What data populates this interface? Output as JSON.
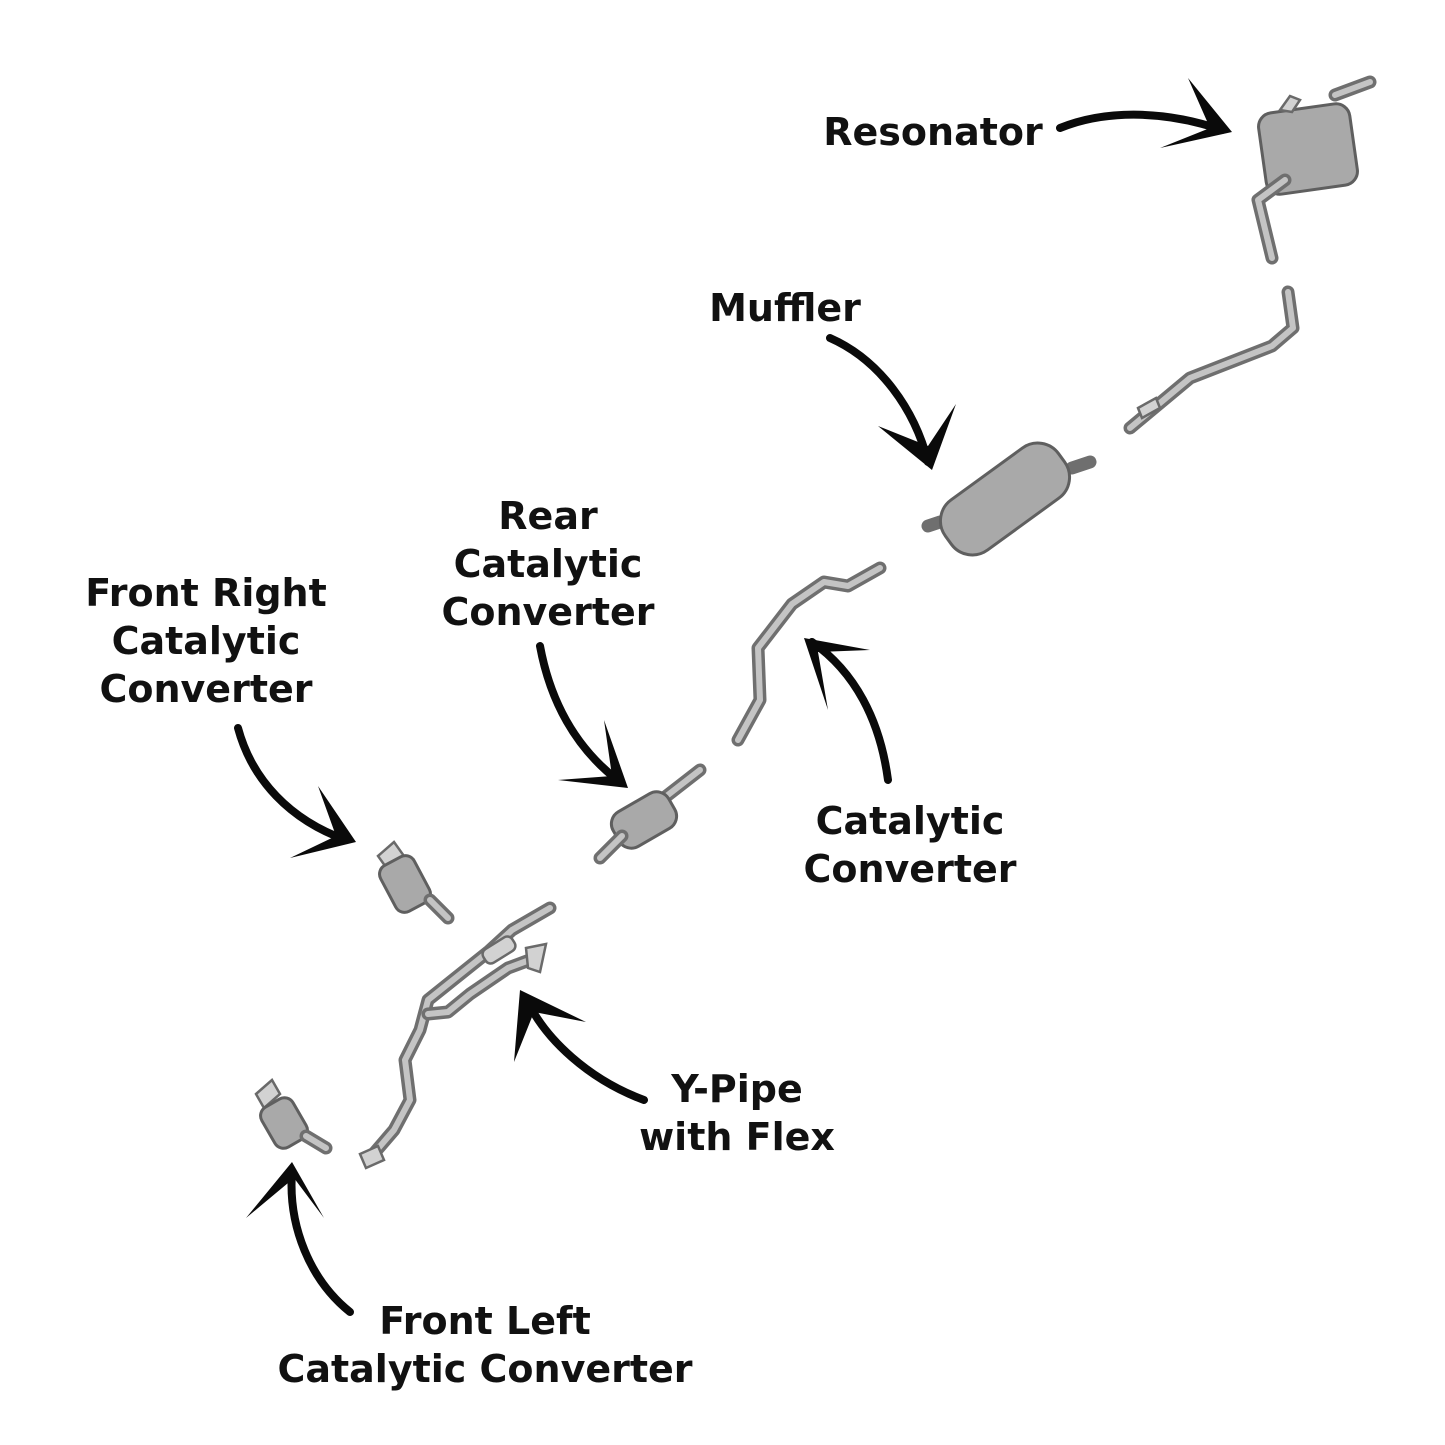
{
  "labels": {
    "resonator": [
      "Resonator"
    ],
    "muffler": [
      "Muffler"
    ],
    "rear_cat": [
      "Rear",
      "Catalytic",
      "Converter"
    ],
    "front_right_cat": [
      "Front Right",
      "Catalytic",
      "Converter"
    ],
    "cat": [
      "Catalytic",
      "Converter"
    ],
    "y_pipe": [
      "Y-Pipe",
      "with Flex"
    ],
    "front_left_cat": [
      "Front Left",
      "Catalytic Converter"
    ]
  },
  "colors": {
    "arrow": "#0a0a0a",
    "part_fill": "#a9a9a9",
    "part_outline": "#5f5f5f",
    "text": "#111111",
    "background": "#ffffff"
  }
}
